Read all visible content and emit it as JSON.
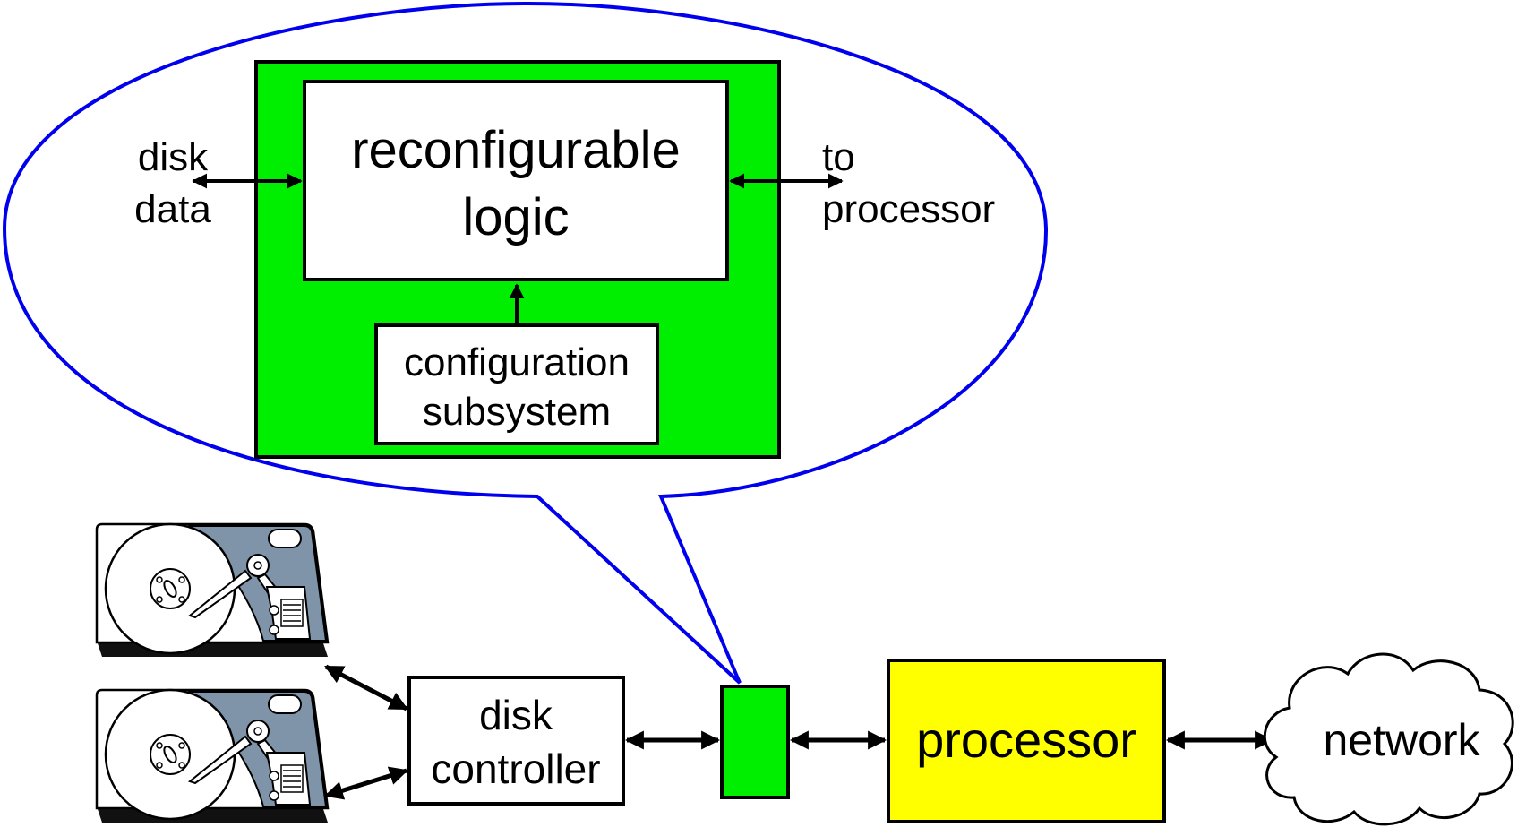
{
  "diagram": {
    "callout": {
      "left_label": [
        "disk",
        "data"
      ],
      "right_label": [
        "to",
        "processor"
      ],
      "logic_box": [
        "reconfigurable",
        "logic"
      ],
      "config_box": [
        "configuration",
        "subsystem"
      ]
    },
    "disk_controller": [
      "disk",
      "controller"
    ],
    "processor": "processor",
    "network": "network",
    "colors": {
      "accelerator": "#00ee00",
      "processor": "#ffff00",
      "callout_outline": "#0000ee",
      "disk_platter_bg": "#7f94a8"
    },
    "icons": [
      "hard-disk-icon",
      "hard-disk-icon",
      "cloud-icon"
    ]
  }
}
